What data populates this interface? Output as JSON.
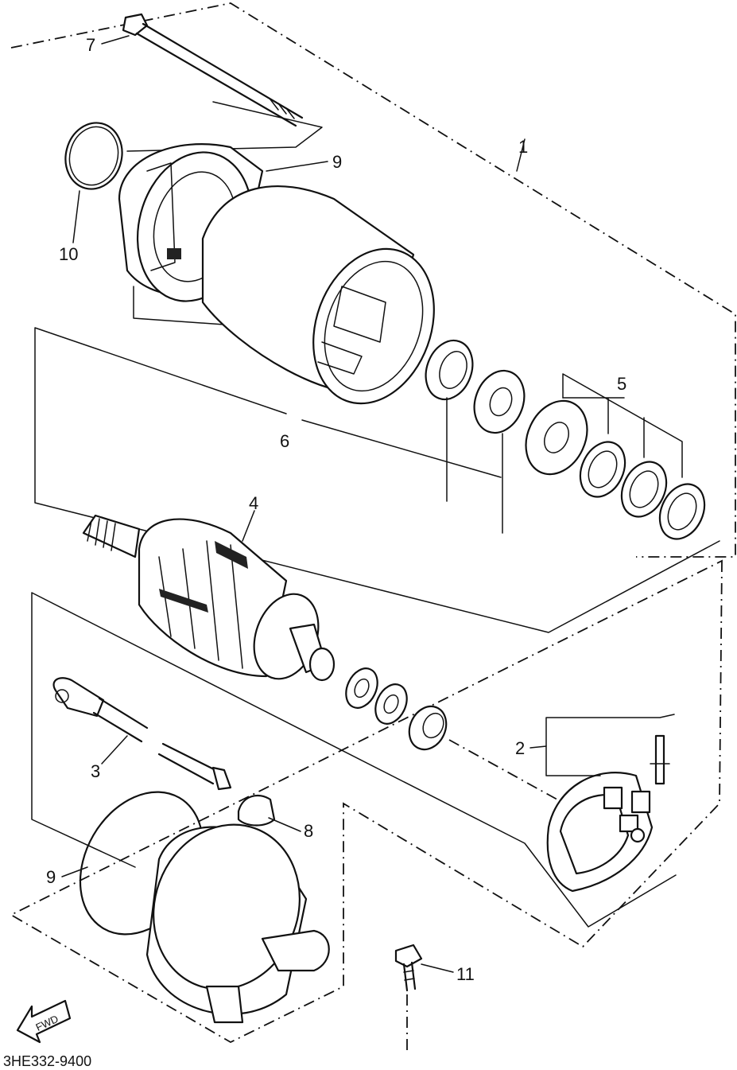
{
  "callouts": {
    "c1": "1",
    "c2": "2",
    "c3": "3",
    "c4": "4",
    "c5": "5",
    "c6": "6",
    "c7": "7",
    "c8": "8",
    "c9a": "9",
    "c9b": "9",
    "c10": "10",
    "c11": "11"
  },
  "fwd_label": "FWD",
  "drawing_code": "3HE332-9400"
}
